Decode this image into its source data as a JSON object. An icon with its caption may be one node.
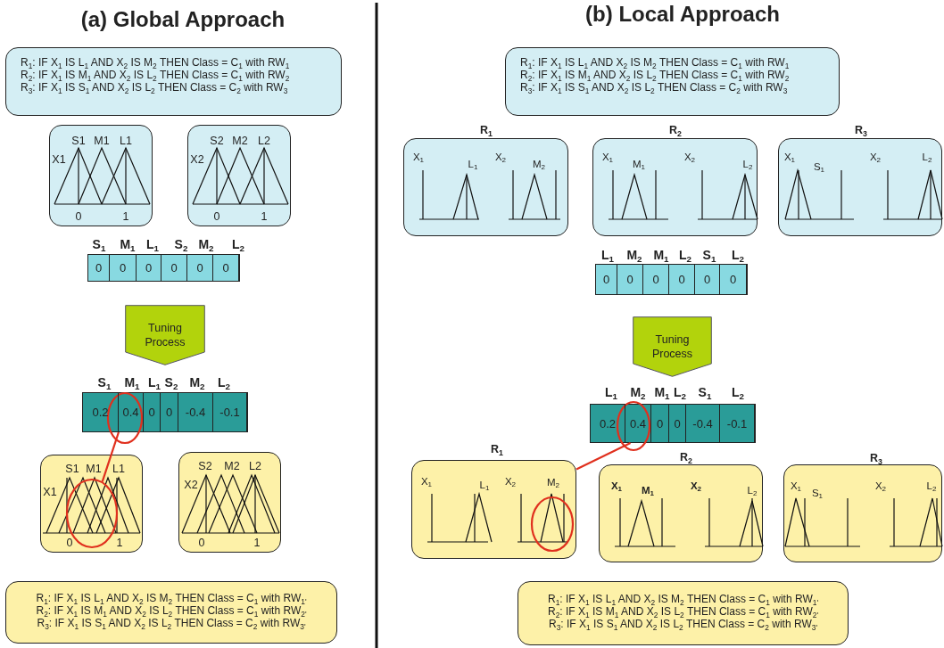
{
  "diagram": {
    "nodes": [
      {
        "text": [
          "R$_{1}$: IF X$_{1}$ IS L$_{1}$ AND X$_{2}$ IS M$_{2}$ THEN Class = C$_{1}$ with RW$_{1}$",
          "R$_{2}$: IF X$_{1}$ IS M$_{1}$ AND X$_{2}$ IS L$_{2}$ THEN Class = C$_{1}$ with RW$_{2}$",
          "R$_{3}$: IF X$_{1}$ IS S$_{1}$ AND X$_{2}$ IS L$_{2}$ THEN Class = C$_{2}$ with RW$_{3}$"
        ]
      },
      {
        "text": [
          "S1",
          "M1",
          "L1",
          "X1",
          "0",
          "1"
        ]
      },
      {
        "text": [
          "S2",
          "M2",
          "L2",
          "X2",
          "0",
          "1"
        ]
      },
      {
        "text": [
          "0",
          "0",
          "0",
          "0",
          "0",
          "0"
        ],
        "beside": [
          "S$_{1}$",
          "M$_{1}$",
          "L$_{1}$",
          "S$_{2}$",
          "M$_{2}$",
          "L$_{2}$"
        ]
      },
      {
        "text": [
          "Tuning Process"
        ]
      },
      {
        "text": [
          "0.2",
          "0.4",
          "0",
          "0",
          "-0.4",
          "-0.1"
        ],
        "beside": [
          "S$_{1}$",
          "M$_{1}$",
          "L$_{1}$",
          "S$_{2}$",
          "M$_{2}$",
          "L$_{2}$"
        ]
      },
      {
        "text": [
          "S1",
          "M1",
          "L1",
          "X1",
          "0",
          "1"
        ]
      },
      {
        "text": [],
        "shape": "circle",
        "in": 6
      },
      {
        "text": [
          "S2",
          "M2",
          "L2",
          "X2",
          "0",
          "1"
        ]
      },
      {
        "text": [
          "R$_{1}$: IF X$_{1}$ IS L$_{1}$ AND X$_{2}$ IS M$_{2}$ THEN Class = C$_{1}$ with RW$_{1'}$",
          "R$_{2}$: IF X$_{1}$ IS M$_{1}$ AND X$_{2}$ IS L$_{2}$ THEN Class = C$_{1}$ with RW$_{2'}$",
          "R$_{3}$: IF X$_{1}$ IS S$_{1}$ AND X$_{2}$ IS L$_{2}$ THEN Class = C$_{2}$ with RW$_{3'}$"
        ]
      },
      {
        "text": [
          "R$_{1}$: IF X$_{1}$ IS L$_{1}$ AND X$_{2}$ IS M$_{2}$ THEN Class = C$_{1}$ with RW$_{1}$",
          "R$_{2}$: IF X$_{1}$ IS M$_{1}$ AND X$_{2}$ IS L$_{2}$ THEN Class = C$_{1}$ with RW$_{2}$",
          "R$_{3}$: IF X$_{1}$ IS S$_{1}$ AND X$_{2}$ IS L$_{2}$ THEN Class = C$_{2}$ with RW$_{3}$"
        ]
      },
      {
        "text": [
          "R$_{1}$",
          "X$_{1}$",
          "L$_{1}$",
          "X$_{2}$",
          "M$_{2}$"
        ]
      },
      {
        "text": [
          "R$_{2}$",
          "X$_{1}$",
          "M$_{1}$",
          "X$_{2}$",
          "L$_{2}$"
        ]
      },
      {
        "text": [
          "R$_{3}$",
          "X$_{1}$",
          "S$_{1}$",
          "X$_{2}$",
          "L$_{2}$"
        ]
      },
      {
        "text": [
          "0",
          "0",
          "0",
          "0",
          "0",
          "0"
        ],
        "beside": [
          "L$_{1}$",
          "M$_{2}$",
          "M$_{1}$",
          "L$_{2}$",
          "S$_{1}$",
          "L$_{2}$"
        ]
      },
      {
        "text": [
          "Tuning Process"
        ]
      },
      {
        "text": [
          "0.2",
          "0.4",
          "0",
          "0",
          "-0.4",
          "-0.1"
        ],
        "beside": [
          "L$_{1}$",
          "M$_{2}$",
          "M$_{1}$",
          "L$_{2}$",
          "S$_{1}$",
          "L$_{2}$"
        ]
      },
      {
        "text": [
          "R$_{1}$",
          "X$_{1}$",
          "L$_{1}$",
          "X$_{2}$",
          "M$_{2}$"
        ]
      },
      {
        "text": [],
        "shape": "circle",
        "in": 17
      },
      {
        "text": [
          "R$_{2}$",
          "X$_{1}$",
          "M$_{1}$",
          "X$_{2}$",
          "L$_{2}$"
        ]
      },
      {
        "text": [
          "R$_{3}$",
          "X$_{1}$",
          "S$_{1}$",
          "X$_{2}$",
          "L$_{2}$"
        ]
      },
      {
        "text": [
          "R$_{1}$: IF X$_{1}$ IS L$_{1}$ AND X$_{2}$ IS M$_{2}$ THEN Class = C$_{1}$ with RW$_{1'}$",
          "R$_{2}$: IF X$_{1}$ IS M$_{1}$ AND X$_{2}$ IS L$_{2}$ THEN Class = C$_{1}$ with RW$_{2'}$",
          "R$_{3}$: IF X$_{1}$ IS S$_{1}$ AND X$_{2}$ IS L$_{2}$ THEN Class = C$_{2}$ with RW$_{3'}$"
        ]
      }
    ],
    "edges": [
      {
        "from": 5,
        "to": 7,
        "arrow": "none"
      },
      {
        "from": 16,
        "to": 17,
        "arrow": "none"
      }
    ],
    "labels": [
      "(a) Global Approach",
      "(b) Local Approach"
    ]
  }
}
